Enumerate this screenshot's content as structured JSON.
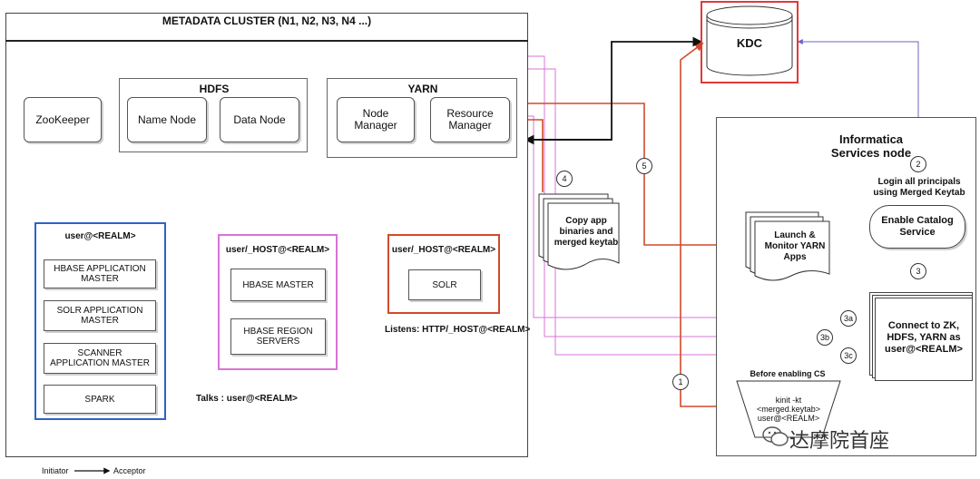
{
  "cluster": {
    "title": "METADATA CLUSTER (N1, N2, N3, N4 ...)"
  },
  "hdfs": {
    "title": "HDFS",
    "name_node": "Name Node",
    "data_node": "Data Node"
  },
  "yarn": {
    "title": "YARN",
    "node_manager": [
      "Node",
      "Manager"
    ],
    "resource_manager": [
      "Resource",
      "Manager"
    ]
  },
  "zookeeper": "ZooKeeper",
  "user_realm_box": {
    "label": "user@<REALM>",
    "items": [
      [
        "HBASE APPLICATION",
        "MASTER"
      ],
      [
        "SOLR APPLICATION",
        "MASTER"
      ],
      [
        "SCANNER",
        "APPLICATION MASTER"
      ],
      [
        "SPARK"
      ]
    ]
  },
  "host_realm_box": {
    "label": "user/_HOST@<REALM>",
    "items": [
      [
        "HBASE MASTER"
      ],
      [
        "HBASE REGION",
        "SERVERS"
      ]
    ]
  },
  "solr_box": {
    "label": "user/_HOST@<REALM>",
    "item": "SOLR",
    "listens": "Listens: HTTP/_HOST@<REALM>"
  },
  "talks_label": "Talks : user@<REALM>",
  "kdc": "KDC",
  "services": {
    "title": [
      "Informatica",
      "Services node"
    ],
    "login_text": [
      "Login all principals",
      "using Merged Keytab"
    ],
    "enable_catalog": [
      "Enable Catalog",
      "Service"
    ],
    "connect_text": [
      "Connect to ZK,",
      "HDFS, YARN as",
      "user@<REALM>"
    ],
    "launch_doc": [
      "Launch &",
      "Monitor YARN",
      "Apps"
    ],
    "before_label": "Before enabling CS",
    "kinit": [
      "kinit -kt",
      "<merged.keytab>",
      "user@<REALM>"
    ]
  },
  "copy_doc": [
    "Copy app",
    "binaries and",
    "merged keytab"
  ],
  "steps": [
    "1",
    "2",
    "3",
    "3a",
    "3b",
    "3c",
    "4",
    "5"
  ],
  "legend": {
    "initiator": "Initiator",
    "acceptor": "Acceptor"
  },
  "watermark": "达摩院首座",
  "colors": {
    "pink": "#d774d7",
    "blue": "#2f62c8",
    "red": "#d24a2a",
    "green": "#38b24c",
    "purple": "#6a66c6",
    "kdc_frame": "#e03a3a"
  }
}
